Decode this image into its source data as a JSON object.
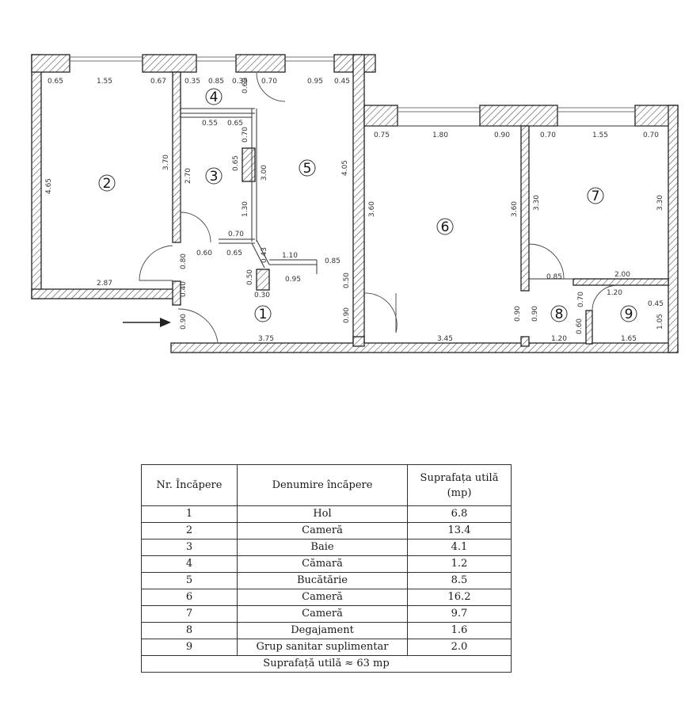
{
  "plan": {
    "rooms": [
      {
        "label": "1"
      },
      {
        "label": "2"
      },
      {
        "label": "3"
      },
      {
        "label": "4"
      },
      {
        "label": "5"
      },
      {
        "label": "6"
      },
      {
        "label": "7"
      },
      {
        "label": "8"
      },
      {
        "label": "9"
      }
    ],
    "dimensions": {
      "r2_top_a": "0.65",
      "r2_top_b": "1.55",
      "r2_top_c": "0.67",
      "r4_top_a": "0.35",
      "r4_top_b": "0.85",
      "r4_top_c": "0.35",
      "r5_top_a": "0.70",
      "r5_top_b": "0.95",
      "r5_top_c": "0.45",
      "r2_left": "4.65",
      "r2_right": "3.70",
      "r2_bottom": "2.87",
      "r4_side": "0.60",
      "r4_bot_a": "0.55",
      "r4_bot_b": "0.65",
      "r3_left": "2.70",
      "r3_mid": "0.65",
      "r3_right_a": "0.70",
      "r3_right_b": "3.00",
      "r3_right_c": "1.30",
      "r3_bot_a": "0.60",
      "r3_bot_b": "0.70",
      "r3_bot_c": "0.65",
      "r5_right": "4.05",
      "r5_diag": "0.43",
      "r5_wall_a": "1.10",
      "r5_wall_b": "0.85",
      "r5_wall_c": "0.95",
      "r1_v_a": "0.50",
      "r1_v_b": "0.30",
      "r1_left_a": "0.80",
      "r1_left_b": "0.40",
      "r1_left_c": "0.90",
      "r1_right_a": "0.50",
      "r1_right_b": "0.90",
      "r1_bottom": "3.75",
      "r6_top_a": "0.75",
      "r6_top_b": "1.80",
      "r6_top_c": "0.90",
      "r6_left": "3.60",
      "r6_right": "3.60",
      "r6_bottom": "3.45",
      "r7_top_a": "0.70",
      "r7_top_b": "1.55",
      "r7_top_c": "0.70",
      "r7_left": "3.30",
      "r7_right": "3.30",
      "r8_top": "0.85",
      "r8_v_a": "0.90",
      "r8_v_b": "0.90",
      "r8_bottom": "1.20",
      "r9_top": "2.00",
      "r9_door": "1.20",
      "r9_v_a": "0.70",
      "r9_v_b": "0.60",
      "r9_right_a": "0.45",
      "r9_right_b": "1.05",
      "r9_bottom": "1.65"
    }
  },
  "table": {
    "headers": [
      "Nr. Încăpere",
      "Denumire încăpere",
      "Suprafața utilă (mp)"
    ],
    "rows": [
      {
        "nr": "1",
        "name": "Hol",
        "area": "6.8"
      },
      {
        "nr": "2",
        "name": "Cameră",
        "area": "13.4"
      },
      {
        "nr": "3",
        "name": "Baie",
        "area": "4.1"
      },
      {
        "nr": "4",
        "name": "Cămară",
        "area": "1.2"
      },
      {
        "nr": "5",
        "name": "Bucătărie",
        "area": "8.5"
      },
      {
        "nr": "6",
        "name": "Cameră",
        "area": "16.2"
      },
      {
        "nr": "7",
        "name": "Cameră",
        "area": "9.7"
      },
      {
        "nr": "8",
        "name": "Degajament",
        "area": "1.6"
      },
      {
        "nr": "9",
        "name": "Grup sanitar suplimentar",
        "area": "2.0"
      }
    ],
    "total": "Suprafață utilă ≈ 63 mp"
  }
}
